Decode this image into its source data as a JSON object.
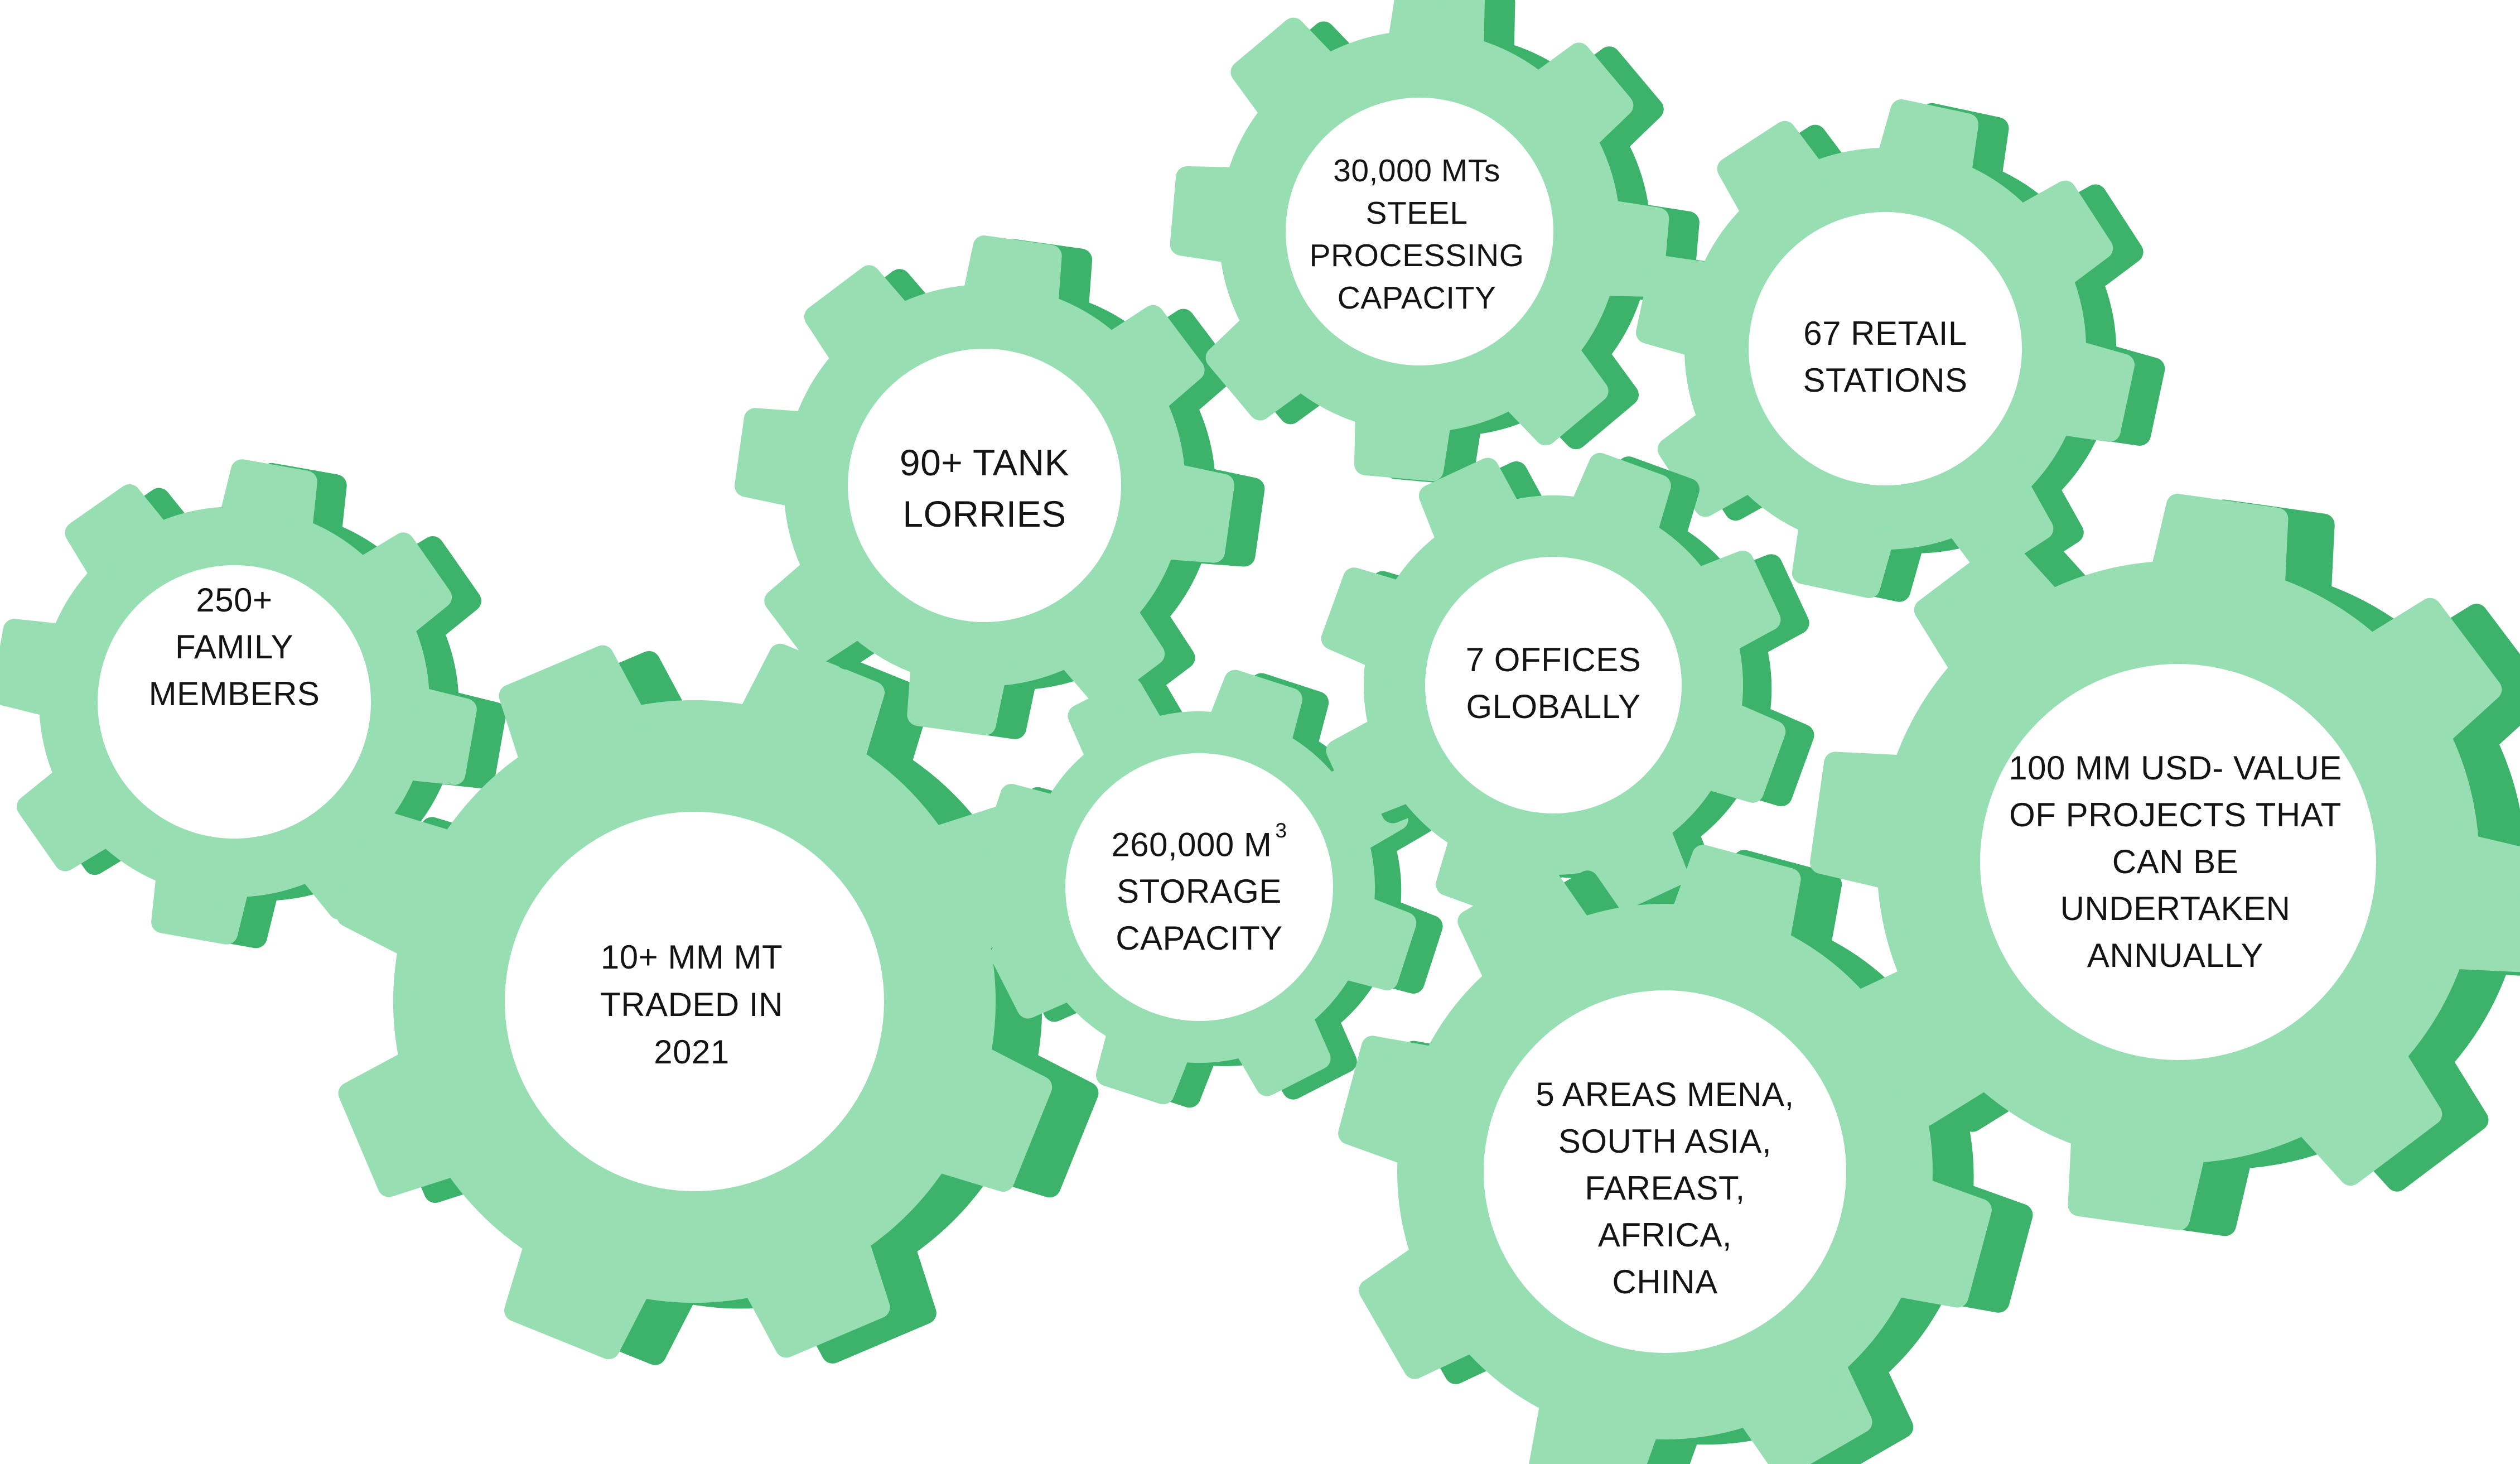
{
  "colors": {
    "gear_light": "#97dfb2",
    "gear_dark": "#3cb26a",
    "center": "#ffffff",
    "text": "#141414"
  },
  "gears": [
    {
      "id": "family-members",
      "lines": [
        "250+",
        "FAMILY",
        "MEMBERS"
      ]
    },
    {
      "id": "mt-traded",
      "lines": [
        "10+ MM MT",
        "TRADED IN",
        "2021"
      ]
    },
    {
      "id": "tank-lorries",
      "lines": [
        "90+ TANK",
        "LORRIES"
      ]
    },
    {
      "id": "storage-capacity",
      "lines": [
        "260,000 M",
        "STORAGE",
        "CAPACITY"
      ],
      "superscript": "3"
    },
    {
      "id": "steel-processing",
      "lines": [
        "30,000 MTs",
        "STEEL",
        "PROCESSING",
        "CAPACITY"
      ]
    },
    {
      "id": "retail-stations",
      "lines": [
        "67 RETAIL",
        "STATIONS"
      ]
    },
    {
      "id": "offices",
      "lines": [
        "7 OFFICES",
        "GLOBALLY"
      ]
    },
    {
      "id": "areas",
      "lines": [
        "5 AREAS MENA,",
        "SOUTH ASIA,",
        "FAREAST,",
        "AFRICA,",
        "CHINA"
      ]
    },
    {
      "id": "projects-value",
      "lines": [
        "100 MM USD- VALUE",
        "OF PROJECTS THAT",
        "CAN BE",
        "UNDERTAKEN",
        "ANNUALLY"
      ]
    }
  ]
}
